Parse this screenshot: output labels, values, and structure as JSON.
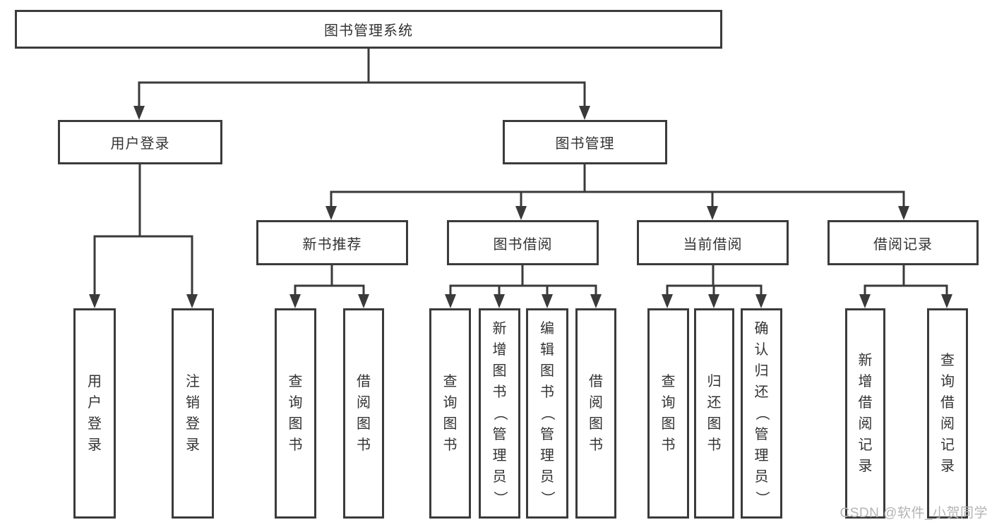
{
  "diagram": {
    "root_label": "图书管理系统",
    "user_branch": {
      "label": "用户登录",
      "children": [
        "用户登录",
        "注销登录"
      ]
    },
    "book_branch": {
      "label": "图书管理",
      "groups": [
        {
          "label": "新书推荐",
          "children": [
            "查询图书",
            "借阅图书"
          ]
        },
        {
          "label": "图书借阅",
          "children": [
            "查询图书",
            "新增图书（管理员）",
            "编辑图书（管理员）",
            "借阅图书"
          ]
        },
        {
          "label": "当前借阅",
          "children": [
            "查询图书",
            "归还图书",
            "确认归还（管理员）"
          ]
        },
        {
          "label": "借阅记录",
          "children": [
            "新增借阅记录",
            "查询借阅记录"
          ]
        }
      ]
    }
  },
  "watermark": "CSDN @软件_小贺同学",
  "colors": {
    "line": "#3a3a3a",
    "box_border": "#3b3b3b",
    "text": "#333333",
    "watermark": "#b4b4b6"
  }
}
